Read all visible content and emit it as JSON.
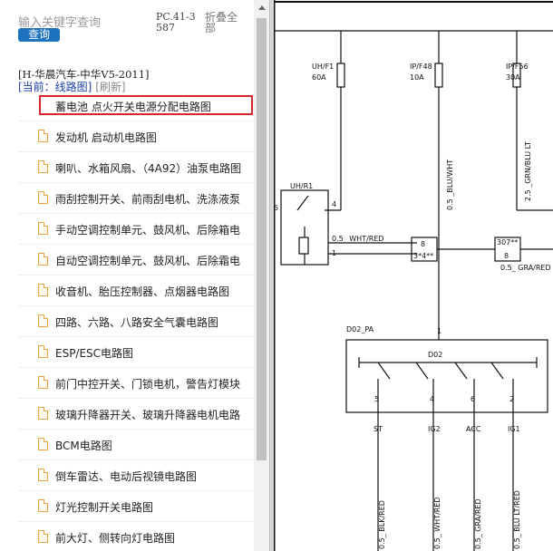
{
  "search": {
    "placeholder": "输入关键字查询",
    "button": "查询"
  },
  "header": {
    "code": "PC.41-3587",
    "collapse": "折叠全部"
  },
  "model": "[H-华晨汽车-中华V5-2011]",
  "current": {
    "label": "[当前：线路图]",
    "refresh": "[刷新]"
  },
  "items": [
    "蓄电池 点火开关电源分配电路图",
    "发动机 启动机电路图",
    "喇叭、水箱风扇、（4A92）油泵电路图",
    "雨刮控制开关、前雨刮电机、洗涤液泵",
    "手动空调控制单元、鼓风机、后除箱电",
    "自动空调控制单元、鼓风机、后除霜电",
    "收音机、胎压控制器、点烟器电路图",
    "四路、六路、八路安全气囊电路图",
    "ESP/ESC电路图",
    "前门中控开关、门锁电机，警告灯模块",
    "玻璃升降器开关、玻璃升降器电机电路",
    "BCM电路图",
    "倒车雷达、电动后视镜电路图",
    "灯光控制开关电路图",
    "前大灯、侧转向灯电路图"
  ],
  "diagram": {
    "fuse1": "UH/F1",
    "fuse1_amp": "60A",
    "fuse2": "IP/F48",
    "fuse2_amp": "10A",
    "fuse3": "IP/F56",
    "fuse3_amp": "30A",
    "relay": "UH/R1",
    "pin4": "4",
    "pin5": "5",
    "pin1": "1",
    "wire_wht_red": "0.5_ WHT/RED",
    "wire_blu_wht": "0.5 _BLU/WHT",
    "wire_grn_blu": "2.5 _GRN/BLU LT",
    "conn_8": "8",
    "conn_3": "3*4**",
    "conn_307": "307**",
    "conn_8b": "8",
    "wire_gra_red": "0.5_ GRA/RED",
    "d02_pa": "D02_PA",
    "pin1b": "1",
    "d02": "D02",
    "p5": "5",
    "p4": "4",
    "p6": "6",
    "p2": "2",
    "st": "ST",
    "ig2": "IG2",
    "acc": "ACC",
    "ig1": "IG1",
    "w1": "0.5_ BLK/RED",
    "w2": "0.5_ WHT/RED",
    "w3": "0.5_ GRA/RED",
    "w4": "0.5_ BLU LT/RED"
  }
}
